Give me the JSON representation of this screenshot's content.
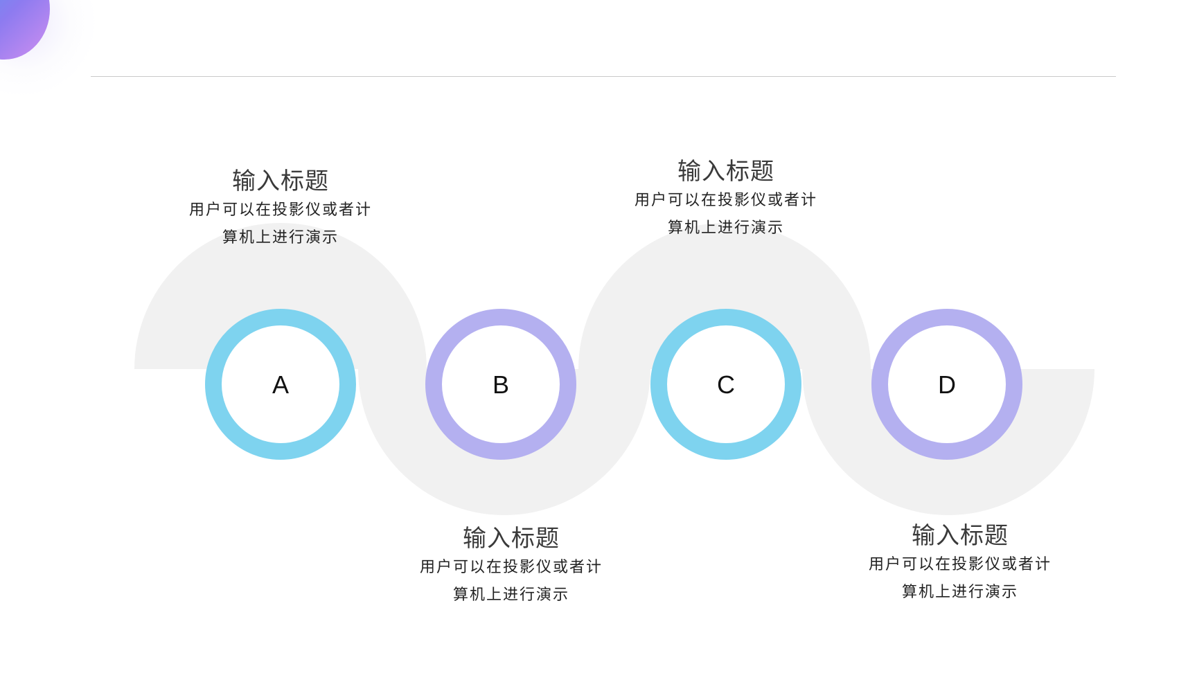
{
  "nodes": [
    {
      "label": "A",
      "title": "输入标题",
      "desc_line1": "用户可以在投影仪或者计",
      "desc_line2": "算机上进行演示",
      "ring_color": "#7ed3ef"
    },
    {
      "label": "B",
      "title": "输入标题",
      "desc_line1": "用户可以在投影仪或者计",
      "desc_line2": "算机上进行演示",
      "ring_color": "#b4b0f0"
    },
    {
      "label": "C",
      "title": "输入标题",
      "desc_line1": "用户可以在投影仪或者计",
      "desc_line2": "算机上进行演示",
      "ring_color": "#7ed3ef"
    },
    {
      "label": "D",
      "title": "输入标题",
      "desc_line1": "用户可以在投影仪或者计",
      "desc_line2": "算机上进行演示",
      "ring_color": "#b4b0f0"
    }
  ],
  "colors": {
    "wave_fill": "#f1f1f1",
    "accent_blue": "#7ed3ef",
    "accent_purple": "#b4b0f0"
  }
}
